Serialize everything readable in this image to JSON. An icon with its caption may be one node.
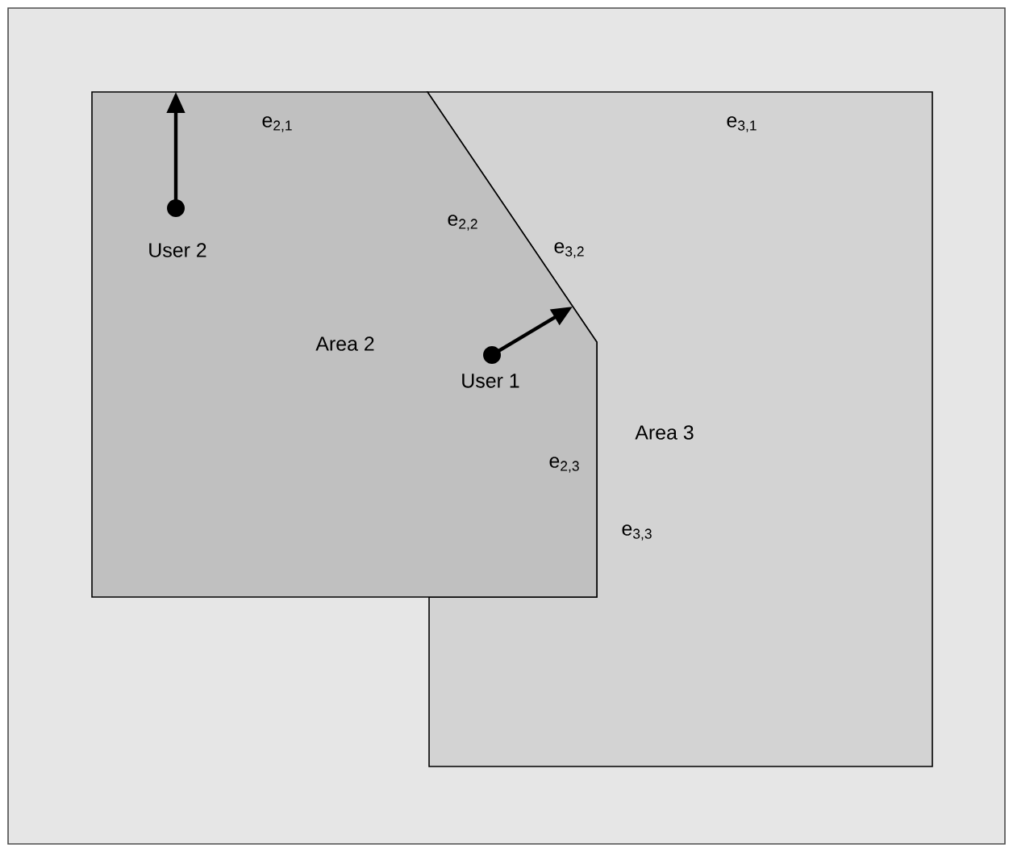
{
  "diagram": {
    "nodes": [
      {
        "text": [
          "Area 2"
        ]
      },
      {
        "text": [
          "Area 3"
        ]
      }
    ],
    "labels": [
      "e$_{2,1}$",
      "e$_{3,1}$",
      "User 2",
      "e$_{2,2}$",
      "e$_{3,2}$",
      "User 1",
      "e$_{2,3}$",
      "e$_{3,3}$"
    ]
  }
}
